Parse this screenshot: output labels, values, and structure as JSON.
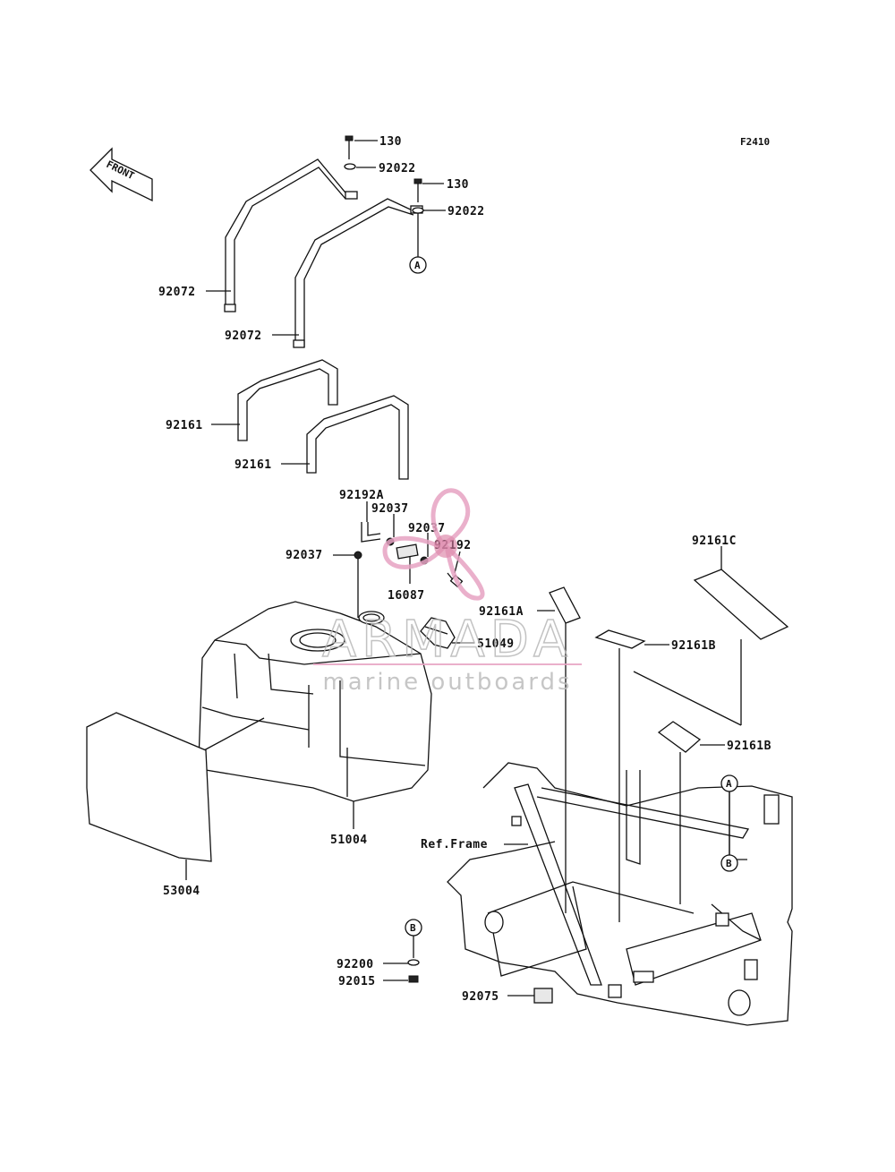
{
  "figure_code": "F2410",
  "front_label": "FRONT",
  "ref_markers": {
    "a": "A",
    "b": "B"
  },
  "callouts": {
    "bolt_top_1": "130",
    "washer_top_1": "92022",
    "bolt_top_2": "130",
    "washer_top_2": "92022",
    "band_1": "92072",
    "band_2": "92072",
    "pad_1": "92161",
    "pad_2": "92161",
    "hose_a": "92192A",
    "clamp_1": "92037",
    "clamp_2": "92037",
    "clamp_3": "92037",
    "hose": "92192",
    "valve": "16087",
    "cap": "51049",
    "tank": "51004",
    "pad_c": "92161C",
    "pad_a": "92161A",
    "pad_b_1": "92161B",
    "pad_b_2": "92161B",
    "cover": "53004",
    "frame": "Ref.Frame",
    "washer_bottom": "92200",
    "nut_bottom": "92015",
    "spacer": "92075"
  },
  "watermark": {
    "title": "ARMADA",
    "subtitle": "marine outboards",
    "color": "#e7a3c3"
  }
}
